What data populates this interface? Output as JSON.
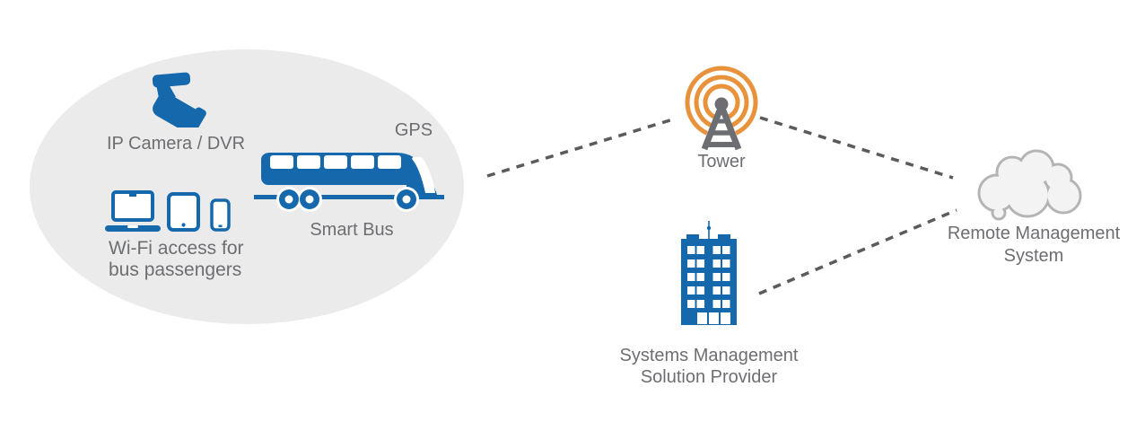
{
  "diagram_type": "smart-bus-connectivity-architecture",
  "colors": {
    "primary_blue": "#1668ac",
    "label_gray": "#6d6e71",
    "tower_gray": "#6d6e71",
    "accent_orange": "#e8923c",
    "ellipse_background": "#ebebec",
    "dash_gray": "#5a5b5d",
    "cloud_fill": "#f3f3f4",
    "cloud_stroke": "#b3b4b6"
  },
  "bus_group": {
    "ip_camera_label": "IP Camera / DVR",
    "wifi_label_line1": "Wi-Fi access for",
    "wifi_label_line2": "bus passengers",
    "gps_label": "GPS",
    "smart_bus_label": "Smart Bus",
    "icons": [
      "cctv-camera-icon",
      "laptop-icon",
      "tablet-icon",
      "smartphone-icon",
      "bus-icon"
    ]
  },
  "tower": {
    "label": "Tower",
    "icon": "cell-tower-icon"
  },
  "provider": {
    "label_line1": "Systems Management",
    "label_line2": "Solution Provider",
    "icon": "office-building-icon"
  },
  "remote": {
    "label_line1": "Remote Management",
    "label_line2": "System",
    "icon": "cloud-icon"
  },
  "connections": [
    {
      "from": "smart-bus-group",
      "to": "tower",
      "style": "dashed"
    },
    {
      "from": "tower",
      "to": "remote-management-system",
      "style": "dashed"
    },
    {
      "from": "systems-management-solution-provider",
      "to": "remote-management-system",
      "style": "dashed"
    }
  ]
}
